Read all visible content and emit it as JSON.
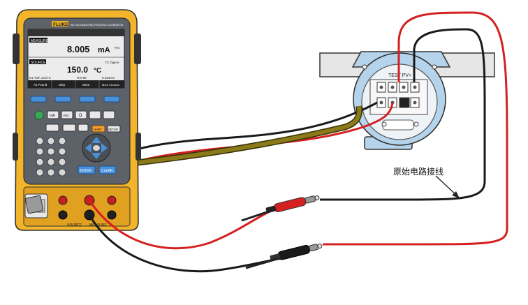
{
  "calibrator": {
    "brand": "FLUKE",
    "model_line": "754 DOCUMENTING PROCESS CALIBRATOR",
    "display": {
      "measure_label": "MEASURE",
      "measure_value": "8.005",
      "measure_unit": "mA",
      "measure_suffix": "PRS",
      "source_label": "SOURCE",
      "source_type": "TC Type K",
      "source_value": "150.0",
      "source_unit": "°C",
      "status_left": "Int. Ref. 24.6°C",
      "status_mid": "ITS-90",
      "status_right": "5.154mV",
      "softkeys": [
        "As Found",
        "Step",
        "Save",
        "More Choices"
      ]
    },
    "keys": {
      "ma": "mA",
      "vdc": "VDC",
      "hart": "HART",
      "setup": "SETUP",
      "enter": "ENTER",
      "clear": "CLEAR"
    },
    "jack_labels": {
      "source": "SOURCE",
      "measure": "MEASURE"
    }
  },
  "transmitter": {
    "terminal_label": "TEST   PV+"
  },
  "annotation": {
    "original_wiring": "原始电路接线"
  },
  "colors": {
    "red_wire": "#d42020",
    "black_wire": "#1a1a1a",
    "tc_cable": "#7a6a12",
    "housing_blue": "#b5d3ea",
    "calibrator_yellow": "#f2b42a"
  }
}
